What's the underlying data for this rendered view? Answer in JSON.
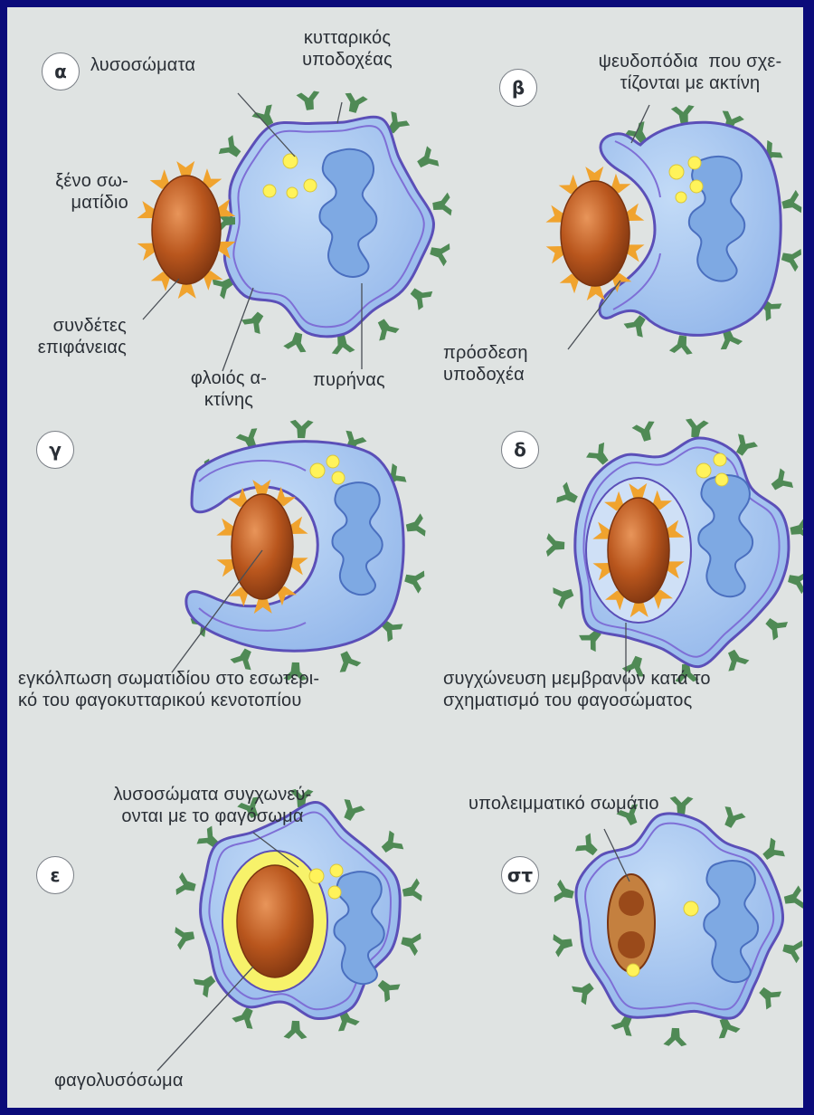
{
  "panels": [
    {
      "id": "a",
      "badge": "α"
    },
    {
      "id": "b",
      "badge": "β"
    },
    {
      "id": "g",
      "badge": "γ"
    },
    {
      "id": "d",
      "badge": "δ"
    },
    {
      "id": "e",
      "badge": "ε"
    },
    {
      "id": "st",
      "badge": "στ"
    }
  ],
  "labels": {
    "lysosomes": "λυσοσώματα",
    "cell_receptor": "κυτταρικός\nυποδοχέας",
    "foreign_particle": "ξένο σω-\nματίδιο",
    "surface_ligands": "συνδέτες\nεπιφάνειας",
    "actin_cortex": "φλοιός α-\nκτίνης",
    "nucleus": "πυρήνας",
    "pseudopodia": "ψευδοπόδια  που σχε-\nτίζονται με ακτίνη",
    "receptor_binding": "πρόσδεση\nυποδοχέα",
    "invagination": "εγκόλπωση σωματιδίου στο εσωτερι-\nκό του φαγοκυτταρικού κενοτοπίου",
    "membrane_fusion": "συγχώνευση μεμβρανών κατά το\nσχηματισμό του φαγοσώματος",
    "lysosomes_fuse": "λυσοσώματα συγχωνεύ-\nονται με το φαγόσωμα",
    "phagolysosome": "φαγολυσόσωμα",
    "residual_body": "υπολειμματικό σωμάτιο"
  },
  "colors": {
    "frame": "#0b0b7a",
    "background": "#dfe3e2",
    "cell_fill": "#a9c9ef",
    "cell_membrane": "#5b4fb8",
    "nucleus_fill": "#7ea9e3",
    "receptor": "#4f8a55",
    "particle": "#b5551c",
    "ligand": "#f0a32e",
    "lysosome": "#fff35a",
    "phagolysosome_ring": "#f7f26a",
    "residual_body": "#c4803f"
  }
}
